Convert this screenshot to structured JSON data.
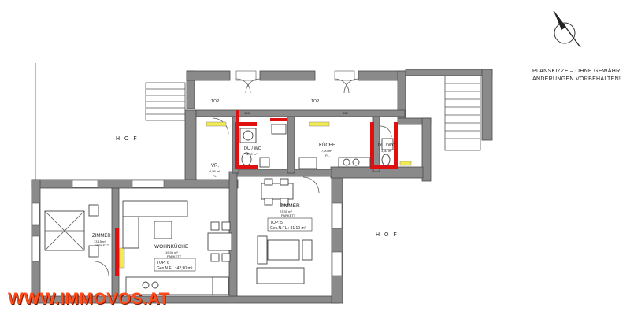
{
  "note": {
    "line1": "PLANSKIZZE – OHNE GEWÄHR,",
    "line2": "ÄNDERUNGEN VORBEHALTEN!"
  },
  "yards": {
    "left": "H O F",
    "right": "H O F"
  },
  "rooms": {
    "vr": {
      "name": "VR.",
      "area": "4,95 m²",
      "floor": "FL."
    },
    "wc_left": {
      "name": "DU / WC",
      "area": "4,90 m²"
    },
    "kueche": {
      "name": "KÜCHE",
      "area": "7,20 m²",
      "floor": "FL."
    },
    "du_wc_right": {
      "name": "DU / WC",
      "area": "3,50 m²"
    },
    "zimmer_left": {
      "name": "ZIMMER",
      "area": "13,15 m²",
      "floor": "PARKETT"
    },
    "wohnkueche": {
      "name": "WOHNKÜCHE",
      "area": "19,95 m²",
      "floor": "PARKETT"
    },
    "zimmer_mid": {
      "name": "ZIMMER",
      "area": "23,30 m²",
      "floor": "PARKETT"
    }
  },
  "units": {
    "top6": {
      "name": "TOP: 6",
      "area": "Ges.N.FL.: 42,90 m²"
    },
    "top5": {
      "name": "TOP: 5",
      "area": "Ges.N.FL.: 31,10 m²"
    }
  },
  "tops": {
    "a": "TOP",
    "b": "TOP"
  },
  "dimensions": {
    "d1": "186",
    "d2": "365"
  },
  "watermark": "WWW.IMMOVOS.AT"
}
